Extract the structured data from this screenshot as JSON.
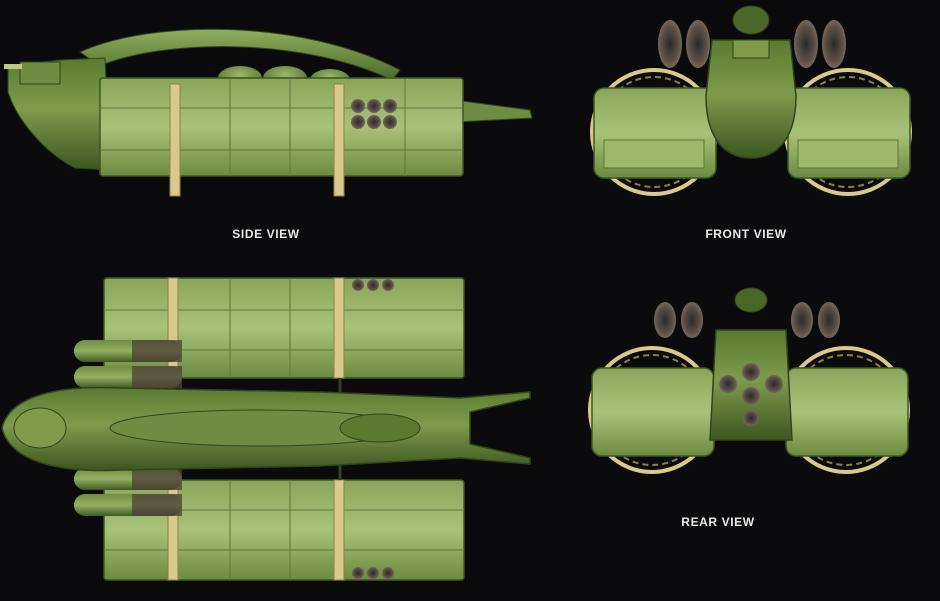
{
  "labels": {
    "side_view": "SIDE VIEW",
    "front_view": "FRONT VIEW",
    "rear_view": "REAR VIEW"
  },
  "colors": {
    "background": "#0b0b0e",
    "hull_light": "#a9c27a",
    "hull_mid": "#7d9a4f",
    "hull_dark": "#3f5a24",
    "brass": "#d8c98c",
    "label_text": "#e9e9e6"
  }
}
